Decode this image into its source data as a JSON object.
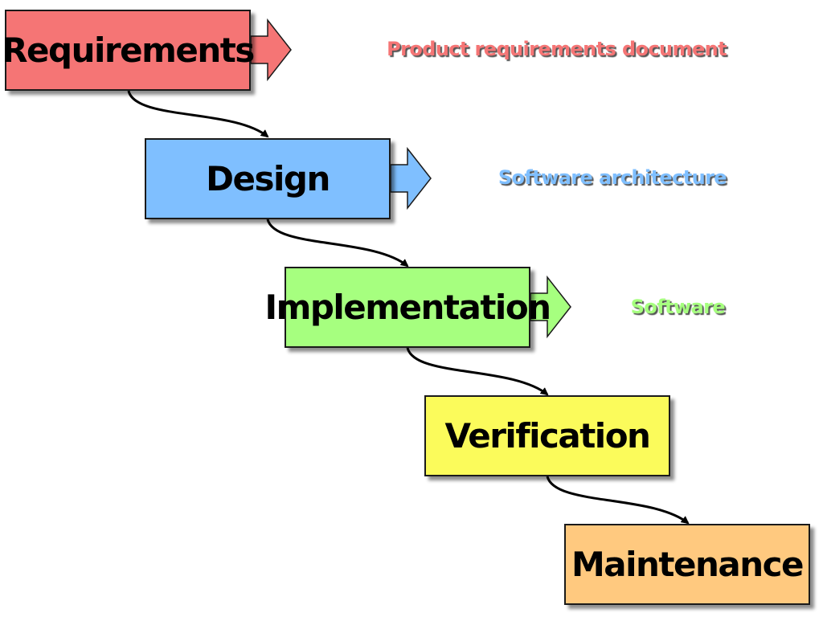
{
  "diagram": {
    "phases": [
      {
        "id": "requirements",
        "label": "Requirements",
        "color": "#f57575",
        "arrow_color": "#f57575"
      },
      {
        "id": "design",
        "label": "Design",
        "color": "#7fbfff",
        "arrow_color": "#7fbfff"
      },
      {
        "id": "implementation",
        "label": "Implementation",
        "color": "#a6ff7f",
        "arrow_color": "#a6ff7f"
      },
      {
        "id": "verification",
        "label": "Verification",
        "color": "#fbfb5b",
        "arrow_color": null
      },
      {
        "id": "maintenance",
        "label": "Maintenance",
        "color": "#ffc97f",
        "arrow_color": null
      }
    ],
    "deliverables": [
      {
        "phase": "requirements",
        "label": "Product requirements document",
        "color": "#f57575"
      },
      {
        "phase": "design",
        "label": "Software architecture",
        "color": "#7fbfff"
      },
      {
        "phase": "implementation",
        "label": "Software",
        "color": "#a6ff7f"
      }
    ]
  }
}
